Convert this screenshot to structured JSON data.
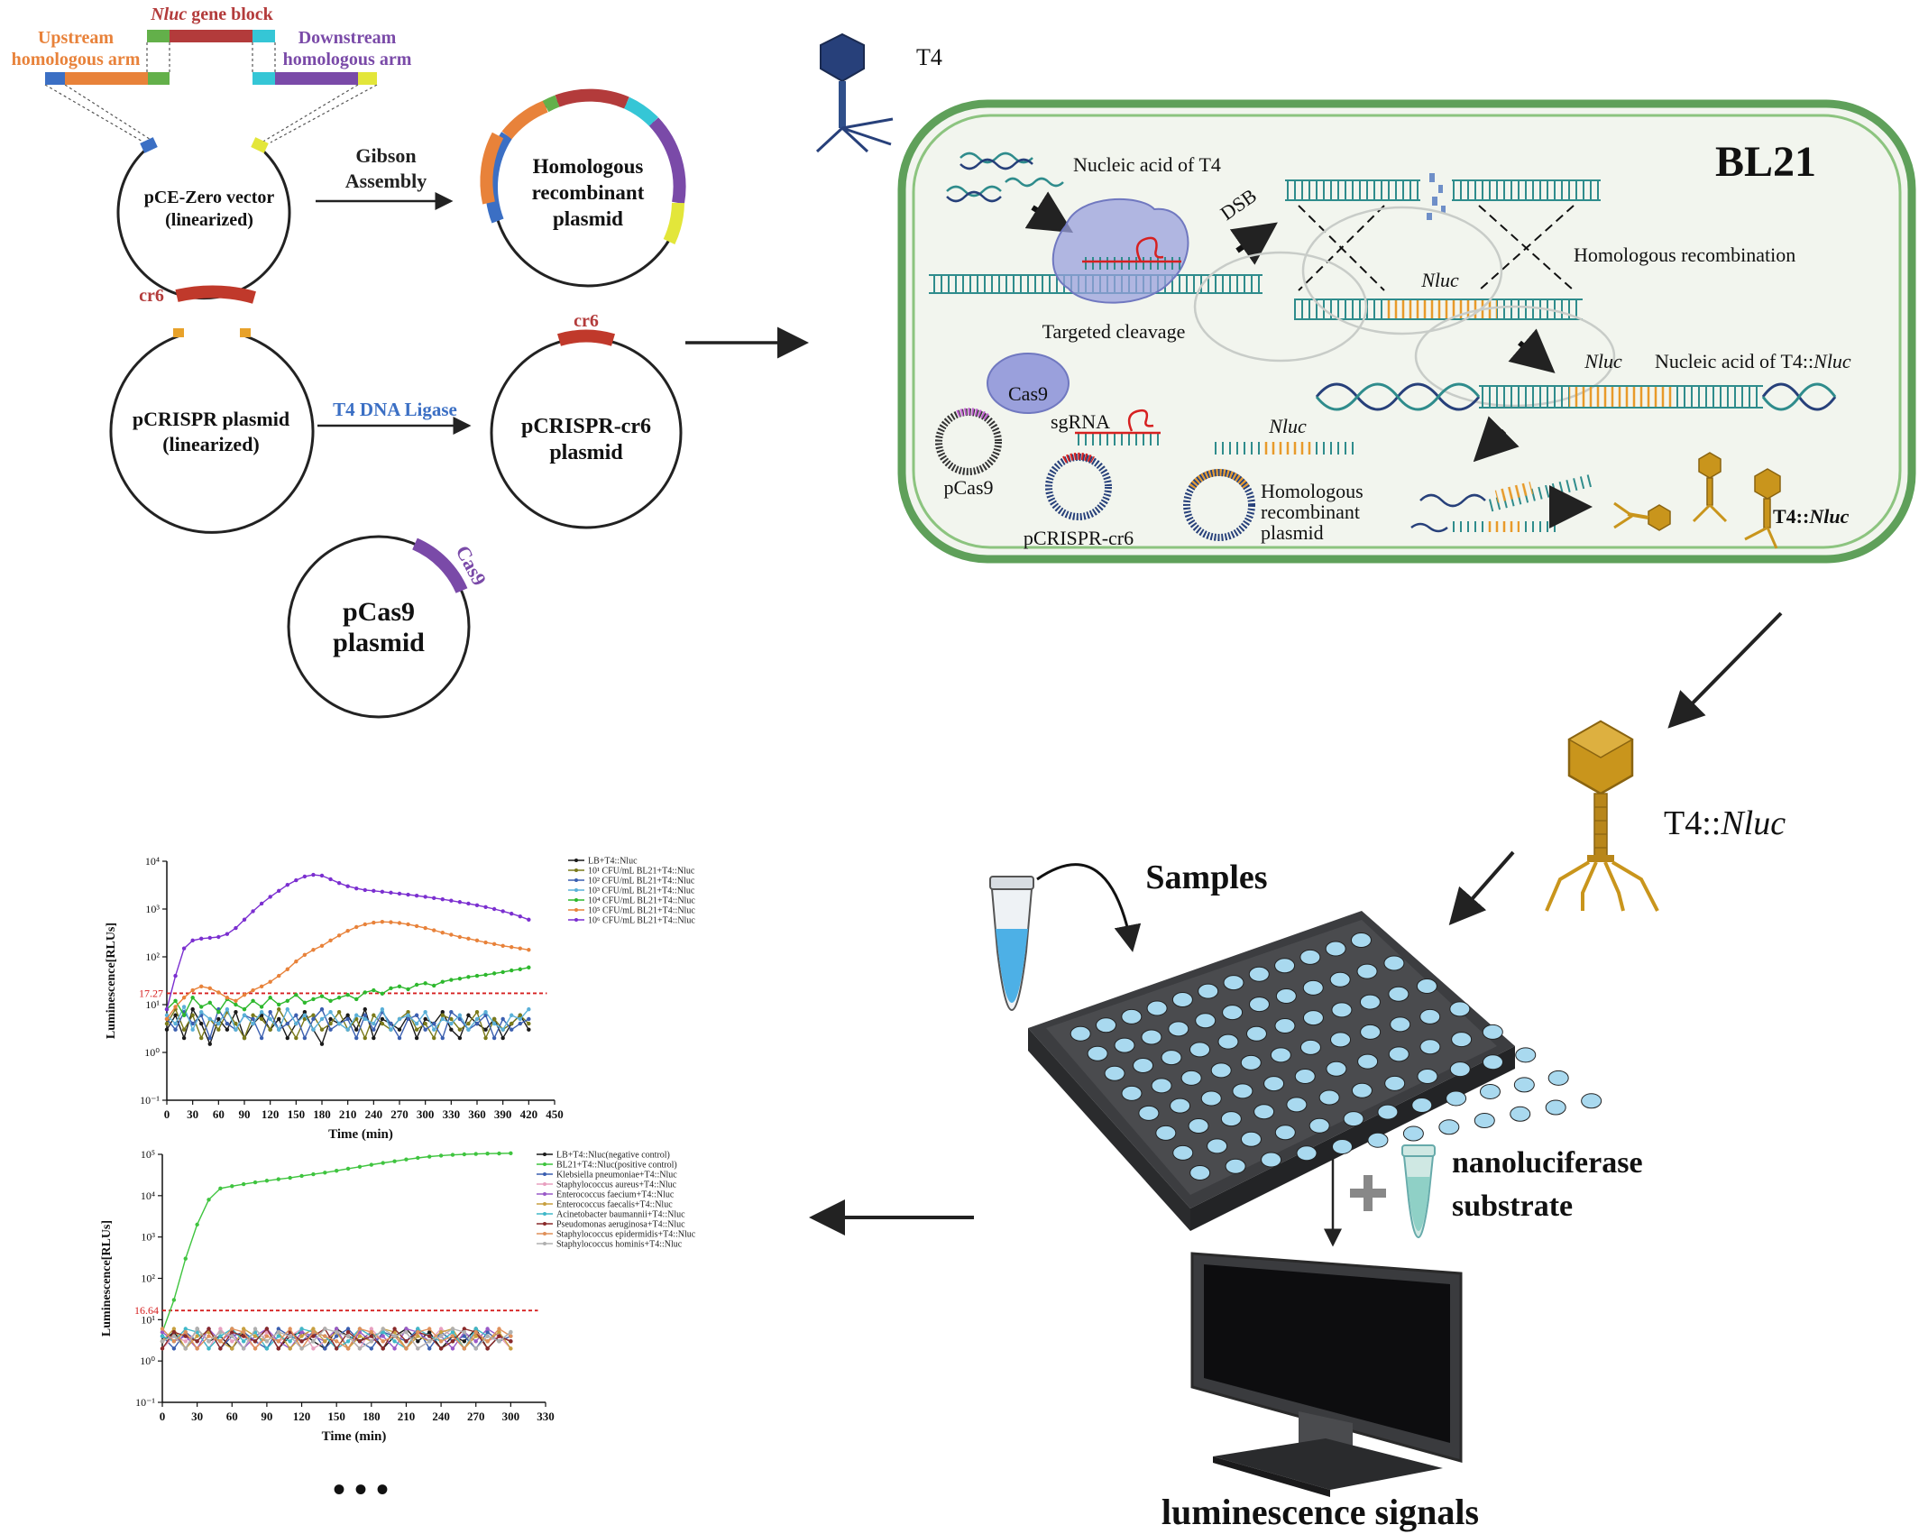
{
  "colors": {
    "upstream": "#e8823a",
    "nluc_block": "#b33b3b",
    "downstream": "#7a4aa8",
    "green_tag": "#63b04a",
    "cyan_tag": "#35c6d6",
    "blue_tag": "#3b6fc4",
    "yellow_tag": "#e3e63a",
    "cell_fill": "#f2f5ee",
    "cell_border": "#5fa05a",
    "phage_gold": "#c9951c",
    "phage_blue": "#27407a",
    "dna_teal": "#2f8c8c",
    "red_dash": "#d62020",
    "arrow": "#222222"
  },
  "plasmid_construction": {
    "nluc_block_label_italic": "Nluc",
    "nluc_block_label_rest": " gene block",
    "upstream_arm_line1": "Upstream",
    "upstream_arm_line2": "homologous arm",
    "downstream_arm_line1": "Downstream",
    "downstream_arm_line2": "homologous arm",
    "vector_line1": "pCE-Zero vector",
    "vector_line2": "(linearized)",
    "gibson_line1": "Gibson",
    "gibson_line2": "Assembly",
    "recombinant_line1": "Homologous",
    "recombinant_line2": "recombinant",
    "recombinant_line3": "plasmid",
    "cr6_label": "cr6",
    "pcrispr_line1": "pCRISPR plasmid",
    "pcrispr_line2": "(linearized)",
    "ligase_label": "T4 DNA Ligase",
    "pcrispr_cr6_label": "cr6",
    "pcrispr_cr6_line1": "pCRISPR-cr6",
    "pcrispr_cr6_line2": "plasmid",
    "cas9_label": "Cas9",
    "pcas9_line1": "pCas9",
    "pcas9_line2": "plasmid"
  },
  "cell": {
    "phage_label": "T4",
    "title": "BL21",
    "nucleic_acid_t4": "Nucleic acid of T4",
    "dsb_label": "DSB",
    "homologous_recombination": "Homologous recombination",
    "nluc_insert_label": "Nluc",
    "targeted_cleavage": "Targeted cleavage",
    "nluc_label_2": "Nluc",
    "nucleic_acid_t4_nluc_prefix": "Nucleic acid of T4::",
    "nucleic_acid_t4_nluc_italic": "Nluc",
    "cas9_protein": "Cas9",
    "sgrna_label": "sgRNA",
    "pcas9_label": "pCas9",
    "pcrispr_cr6_label": "pCRISPR-cr6",
    "nluc_label_3": "Nluc",
    "hr_plasmid_line1": "Homologous",
    "hr_plasmid_line2": "recombinant",
    "hr_plasmid_line3": "plasmid",
    "progeny_prefix": "T4::",
    "progeny_italic": "Nluc"
  },
  "detection": {
    "phage_prefix": "T4::",
    "phage_italic": "Nluc",
    "samples_label": "Samples",
    "substrate_line1": "nanoluciferase",
    "substrate_line2": "substrate",
    "signals_label": "luminescence signals",
    "ellipsis": "• • •"
  },
  "chart_data": [
    {
      "type": "line",
      "title": "",
      "xlabel": "Time (min)",
      "ylabel": "Luminescence[RLUs]",
      "yscale": "log",
      "xlim": [
        0,
        450
      ],
      "ylim": [
        0.1,
        10000
      ],
      "x_ticks": [
        "0",
        "30",
        "60",
        "90",
        "120",
        "150",
        "180",
        "210",
        "240",
        "270",
        "300",
        "330",
        "360",
        "390",
        "420",
        "450"
      ],
      "y_ticks": [
        "10⁻¹",
        "10⁰",
        "10¹",
        "10²",
        "10³",
        "10⁴"
      ],
      "threshold": 17.27,
      "threshold_label": "17.27",
      "legend_position": "top-right",
      "x": [
        0,
        10,
        20,
        30,
        40,
        50,
        60,
        70,
        80,
        90,
        100,
        110,
        120,
        130,
        140,
        150,
        160,
        170,
        180,
        190,
        200,
        210,
        220,
        230,
        240,
        250,
        260,
        270,
        280,
        290,
        300,
        310,
        320,
        330,
        340,
        350,
        360,
        370,
        380,
        390,
        400,
        410,
        420
      ],
      "series": [
        {
          "name": "LB+T4::Nluc",
          "color": "#1a1a1a",
          "values": [
            3,
            6,
            2,
            8,
            4,
            1.5,
            5,
            3,
            7,
            2,
            4,
            6,
            3,
            5,
            2,
            4,
            7,
            3,
            1.5,
            5,
            4,
            6,
            3,
            8,
            2,
            5,
            4,
            3,
            6,
            2,
            5,
            4,
            7,
            3,
            2,
            6,
            4,
            3,
            5,
            2,
            4,
            6,
            3
          ]
        },
        {
          "name": "10¹ CFU/mL BL21+T4::Nluc",
          "color": "#7a7a1a",
          "values": [
            4,
            8,
            3,
            6,
            2,
            5,
            3,
            7,
            4,
            2,
            6,
            5,
            3,
            8,
            4,
            2,
            5,
            6,
            3,
            4,
            7,
            3,
            5,
            2,
            6,
            4,
            3,
            5,
            7,
            3,
            4,
            2,
            6,
            5,
            3,
            4,
            7,
            2,
            5,
            3,
            4,
            6,
            4
          ]
        },
        {
          "name": "10² CFU/mL BL21+T4::Nluc",
          "color": "#3b5fb0",
          "values": [
            5,
            3,
            7,
            4,
            6,
            2,
            8,
            4,
            3,
            6,
            5,
            2,
            7,
            3,
            4,
            6,
            2,
            5,
            8,
            3,
            4,
            5,
            2,
            6,
            3,
            7,
            4,
            2,
            5,
            6,
            3,
            4,
            2,
            7,
            5,
            3,
            4,
            6,
            2,
            5,
            3,
            4,
            5
          ]
        },
        {
          "name": "10³ CFU/mL BL21+T4::Nluc",
          "color": "#5ab0d8",
          "values": [
            6,
            4,
            9,
            3,
            7,
            5,
            4,
            8,
            3,
            6,
            4,
            7,
            5,
            3,
            8,
            4,
            6,
            3,
            5,
            7,
            4,
            3,
            6,
            5,
            4,
            8,
            3,
            5,
            6,
            4,
            7,
            3,
            5,
            4,
            6,
            3,
            5,
            7,
            4,
            3,
            6,
            5,
            8
          ]
        },
        {
          "name": "10⁴ CFU/mL BL21+T4::Nluc",
          "color": "#2db82d",
          "values": [
            8,
            12,
            6,
            14,
            9,
            11,
            7,
            13,
            10,
            8,
            12,
            9,
            14,
            10,
            12,
            16,
            11,
            13,
            15,
            12,
            14,
            16,
            13,
            18,
            20,
            17,
            22,
            24,
            21,
            26,
            28,
            25,
            30,
            33,
            35,
            38,
            40,
            42,
            45,
            48,
            52,
            55,
            60
          ]
        },
        {
          "name": "10⁵ CFU/mL BL21+T4::Nluc",
          "color": "#e8823a",
          "values": [
            5,
            9,
            14,
            20,
            24,
            22,
            18,
            14,
            12,
            16,
            20,
            24,
            30,
            40,
            55,
            80,
            110,
            140,
            170,
            220,
            280,
            350,
            420,
            480,
            520,
            540,
            530,
            510,
            480,
            440,
            400,
            360,
            320,
            290,
            260,
            240,
            220,
            200,
            185,
            170,
            160,
            150,
            140
          ]
        },
        {
          "name": "10⁶ CFU/mL BL21+T4::Nluc",
          "color": "#7b2fd0",
          "values": [
            8,
            40,
            150,
            220,
            240,
            250,
            260,
            300,
            400,
            600,
            900,
            1300,
            1800,
            2400,
            3200,
            4000,
            4800,
            5200,
            5000,
            4200,
            3500,
            3000,
            2700,
            2500,
            2400,
            2300,
            2200,
            2100,
            2000,
            1900,
            1800,
            1700,
            1600,
            1500,
            1400,
            1300,
            1200,
            1100,
            1000,
            900,
            800,
            700,
            600
          ]
        }
      ]
    },
    {
      "type": "line",
      "title": "",
      "xlabel": "Time (min)",
      "ylabel": "Luminescence[RLUs]",
      "yscale": "log",
      "xlim": [
        0,
        330
      ],
      "ylim": [
        0.1,
        100000
      ],
      "x_ticks": [
        "0",
        "30",
        "60",
        "90",
        "120",
        "150",
        "180",
        "210",
        "240",
        "270",
        "300",
        "330"
      ],
      "y_ticks": [
        "10⁻¹",
        "10⁰",
        "10¹",
        "10²",
        "10³",
        "10⁴",
        "10⁵"
      ],
      "threshold": 16.64,
      "threshold_label": "16.64",
      "legend_position": "top-right",
      "x": [
        0,
        10,
        20,
        30,
        40,
        50,
        60,
        70,
        80,
        90,
        100,
        110,
        120,
        130,
        140,
        150,
        160,
        170,
        180,
        190,
        200,
        210,
        220,
        230,
        240,
        250,
        260,
        270,
        280,
        290,
        300
      ],
      "series": [
        {
          "name": "LB+T4::Nluc(negative control)",
          "color": "#1a1a1a",
          "values": [
            3,
            5,
            2,
            6,
            3,
            4,
            2,
            5,
            3,
            6,
            2,
            4,
            5,
            3,
            2,
            6,
            4,
            3,
            5,
            2,
            4,
            6,
            3,
            5,
            2,
            4,
            3,
            6,
            2,
            4,
            3
          ]
        },
        {
          "name": "BL21+T4::Nluc(positive control)",
          "color": "#3fc43f",
          "values": [
            5,
            30,
            300,
            2000,
            8000,
            15000,
            17000,
            19000,
            21000,
            23000,
            25000,
            27000,
            30000,
            33000,
            36000,
            40000,
            45000,
            50000,
            56000,
            62000,
            68000,
            75000,
            82000,
            88000,
            93000,
            97000,
            100000,
            102000,
            104000,
            105000,
            106000
          ]
        },
        {
          "name": "Klebsiella pneumoniae+T4::Nluc",
          "color": "#3b5fb0",
          "values": [
            4,
            2,
            5,
            3,
            6,
            2,
            4,
            5,
            3,
            2,
            6,
            4,
            3,
            5,
            2,
            4,
            6,
            3,
            2,
            5,
            4,
            3,
            6,
            2,
            5,
            3,
            4,
            2,
            5,
            3,
            4
          ]
        },
        {
          "name": "Staphylococcus aureus+T4::Nluc",
          "color": "#e8a0c0",
          "values": [
            2,
            4,
            3,
            5,
            2,
            6,
            3,
            4,
            2,
            5,
            3,
            4,
            6,
            2,
            3,
            5,
            4,
            2,
            6,
            3,
            4,
            5,
            2,
            3,
            6,
            4,
            2,
            5,
            3,
            4,
            2
          ]
        },
        {
          "name": "Enterococcus faecium+T4::Nluc",
          "color": "#9a5ac8",
          "values": [
            5,
            3,
            4,
            2,
            6,
            3,
            5,
            2,
            4,
            6,
            3,
            2,
            5,
            4,
            3,
            6,
            2,
            5,
            3,
            4,
            2,
            6,
            5,
            3,
            4,
            2,
            5,
            3,
            6,
            4,
            3
          ]
        },
        {
          "name": "Enterococcus faecalis+T4::Nluc",
          "color": "#c8a040",
          "values": [
            3,
            6,
            2,
            4,
            5,
            3,
            2,
            6,
            4,
            3,
            5,
            2,
            4,
            6,
            3,
            5,
            2,
            4,
            3,
            6,
            5,
            2,
            4,
            3,
            5,
            6,
            2,
            4,
            3,
            5,
            2
          ]
        },
        {
          "name": "Acinetobacter baumannii+T4::Nluc",
          "color": "#40b8c8",
          "values": [
            4,
            3,
            6,
            5,
            2,
            4,
            6,
            3,
            5,
            2,
            4,
            3,
            6,
            5,
            4,
            2,
            3,
            6,
            4,
            5,
            3,
            2,
            6,
            4,
            3,
            5,
            2,
            6,
            4,
            3,
            5
          ]
        },
        {
          "name": "Pseudomonas aeruginosa+T4::Nluc",
          "color": "#8a2a2a",
          "values": [
            2,
            5,
            4,
            3,
            6,
            2,
            5,
            4,
            3,
            6,
            2,
            5,
            3,
            4,
            6,
            2,
            5,
            3,
            4,
            2,
            6,
            3,
            5,
            4,
            2,
            3,
            6,
            5,
            2,
            4,
            3
          ]
        },
        {
          "name": "Staphylococcus epidermidis+T4::Nluc",
          "color": "#e0905a",
          "values": [
            6,
            3,
            5,
            2,
            4,
            3,
            6,
            5,
            2,
            4,
            3,
            6,
            2,
            5,
            4,
            3,
            2,
            6,
            5,
            3,
            4,
            2,
            5,
            6,
            3,
            4,
            2,
            5,
            3,
            6,
            4
          ]
        },
        {
          "name": "Staphylococcus hominis+T4::Nluc",
          "color": "#b0b0b0",
          "values": [
            3,
            4,
            2,
            6,
            3,
            5,
            4,
            2,
            6,
            3,
            5,
            4,
            2,
            3,
            6,
            5,
            4,
            2,
            3,
            6,
            4,
            5,
            2,
            3,
            4,
            6,
            5,
            2,
            4,
            3,
            5
          ]
        }
      ]
    }
  ]
}
